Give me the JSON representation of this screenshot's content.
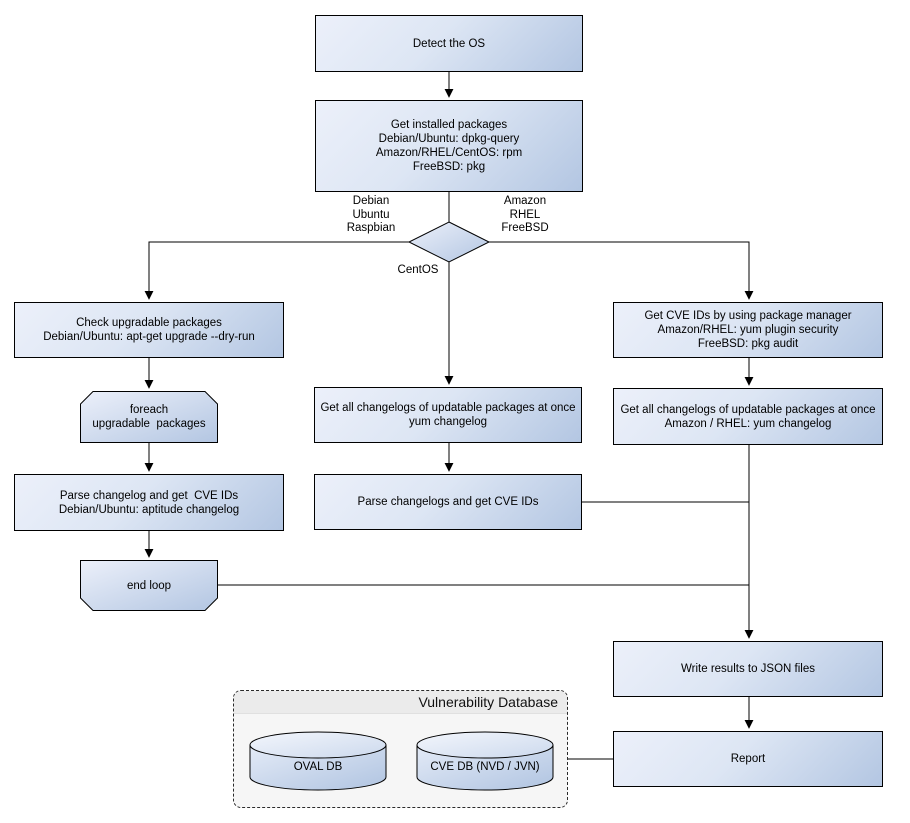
{
  "diagram": {
    "kind": "flowchart",
    "nodes": {
      "detect_os": "Detect the OS",
      "get_installed": "Get installed packages\nDebian/Ubuntu: dpkg-query\nAmazon/RHEL/CentOS: rpm\nFreeBSD: pkg",
      "check_upgradable": "Check upgradable packages\nDebian/Ubuntu: apt-get upgrade --dry-run",
      "foreach_loop": "foreach\nupgradable  packages",
      "parse_changelog_deb": "Parse changelog and get  CVE IDs\nDebian/Ubuntu: aptitude changelog",
      "end_loop": "end loop",
      "get_changelogs_centos": "Get all changelogs of updatable packages at once\nyum changelog",
      "parse_changelogs_centos": "Parse changelogs and get CVE IDs",
      "get_cve_pkg_manager": "Get CVE IDs by using package manager\nAmazon/RHEL: yum plugin security\nFreeBSD: pkg audit",
      "get_changelogs_amazon": "Get all changelogs of updatable packages at once\nAmazon / RHEL: yum changelog",
      "write_json": "Write results to JSON files",
      "report": "Report"
    },
    "edge_labels": {
      "branch_left": "Debian\nUbuntu\nRaspbian",
      "branch_right": "Amazon\nRHEL\nFreeBSD",
      "branch_down": "CentOS"
    },
    "database": {
      "title": "Vulnerability Database",
      "cylinders": [
        {
          "label": "OVAL DB"
        },
        {
          "label": "CVE DB (NVD / JVN)"
        }
      ]
    },
    "colors": {
      "box_gradient_light": "#ecf0fa",
      "box_gradient_dark": "#b3c6e2",
      "box_border": "#000000",
      "line": "#000000",
      "db_container_bg": "#f6f6f6",
      "db_header_bg": "#ebebeb",
      "background": "#ffffff"
    }
  }
}
